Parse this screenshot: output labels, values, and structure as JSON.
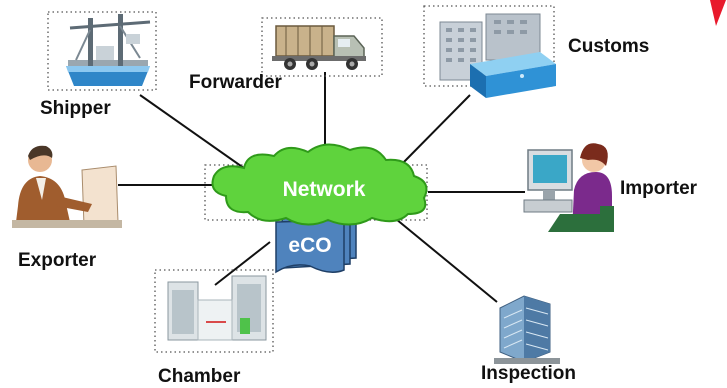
{
  "network": {
    "label": "Network",
    "color": "#5fd33d",
    "outline": "#2f9a1a"
  },
  "document": {
    "label": "eCO",
    "color": "#4f83bd"
  },
  "nodes": {
    "shipper": {
      "label": "Shipper",
      "icon": "ship-crane-icon"
    },
    "forwarder": {
      "label": "Forwarder",
      "icon": "truck-icon"
    },
    "customs": {
      "label": "Customs",
      "icon": "office-buildings-icon"
    },
    "importer": {
      "label": "Importer",
      "icon": "woman-at-computer-icon"
    },
    "exporter": {
      "label": "Exporter",
      "icon": "man-at-desk-icon"
    },
    "chamber": {
      "label": "Chamber",
      "icon": "chamber-doors-icon"
    },
    "inspection": {
      "label": "Inspection",
      "icon": "office-tower-icon"
    }
  },
  "colors": {
    "connector": "#111111",
    "corner_mark": "#e8192c"
  }
}
